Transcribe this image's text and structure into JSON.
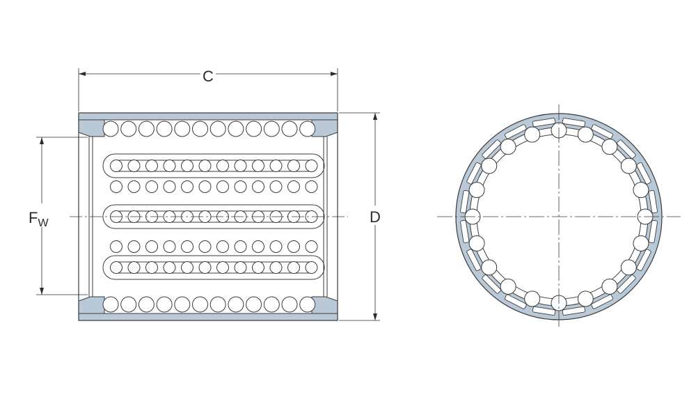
{
  "labels": {
    "c": "C",
    "f": "F",
    "w": "W",
    "d": "D"
  },
  "colors": {
    "housing_fill": "#b9c9d7",
    "outline": "#3a3a3a",
    "ball_fill": "#ffffff",
    "line": "#2b2b2b"
  },
  "ring": {
    "ball_count": 20
  }
}
